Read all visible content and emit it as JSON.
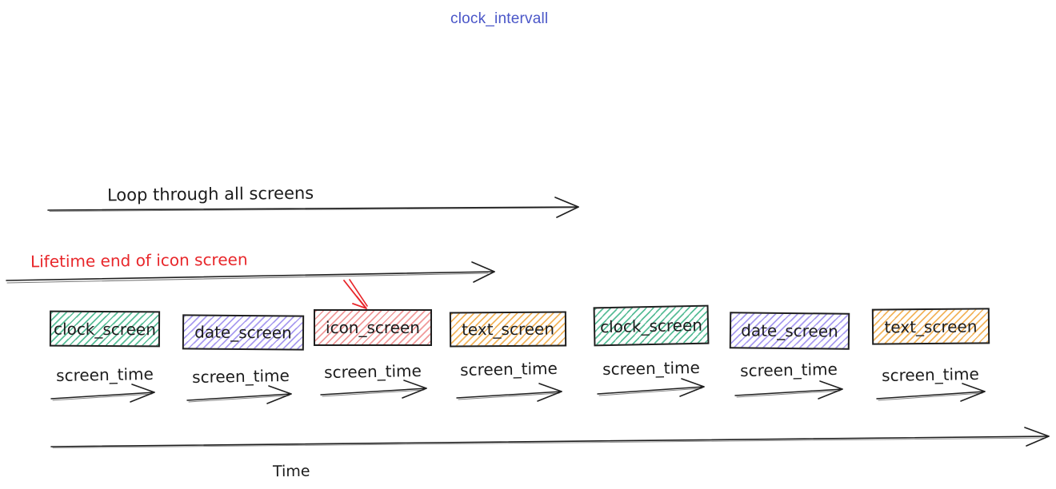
{
  "page": {
    "title": "clock_intervall",
    "title_color": "#4a56c8",
    "background": "#ffffff",
    "ink_color": "#1f1f1f"
  },
  "annotations": {
    "loop_label": "Loop through all screens",
    "lifetime_label": "Lifetime end of icon screen",
    "lifetime_color": "#e8262a",
    "time_label": "Time",
    "screen_time_label": "screen_time"
  },
  "screens": [
    {
      "label": "clock_screen",
      "hatch_color": "#58bd97"
    },
    {
      "label": "date_screen",
      "hatch_color": "#a89bf0"
    },
    {
      "label": "icon_screen",
      "hatch_color": "#f09a9a",
      "highlighted": true
    },
    {
      "label": "text_screen",
      "hatch_color": "#f2b45c"
    },
    {
      "label": "clock_screen",
      "hatch_color": "#58bd97"
    },
    {
      "label": "date_screen",
      "hatch_color": "#a89bf0"
    },
    {
      "label": "text_screen",
      "hatch_color": "#f2b45c"
    }
  ]
}
